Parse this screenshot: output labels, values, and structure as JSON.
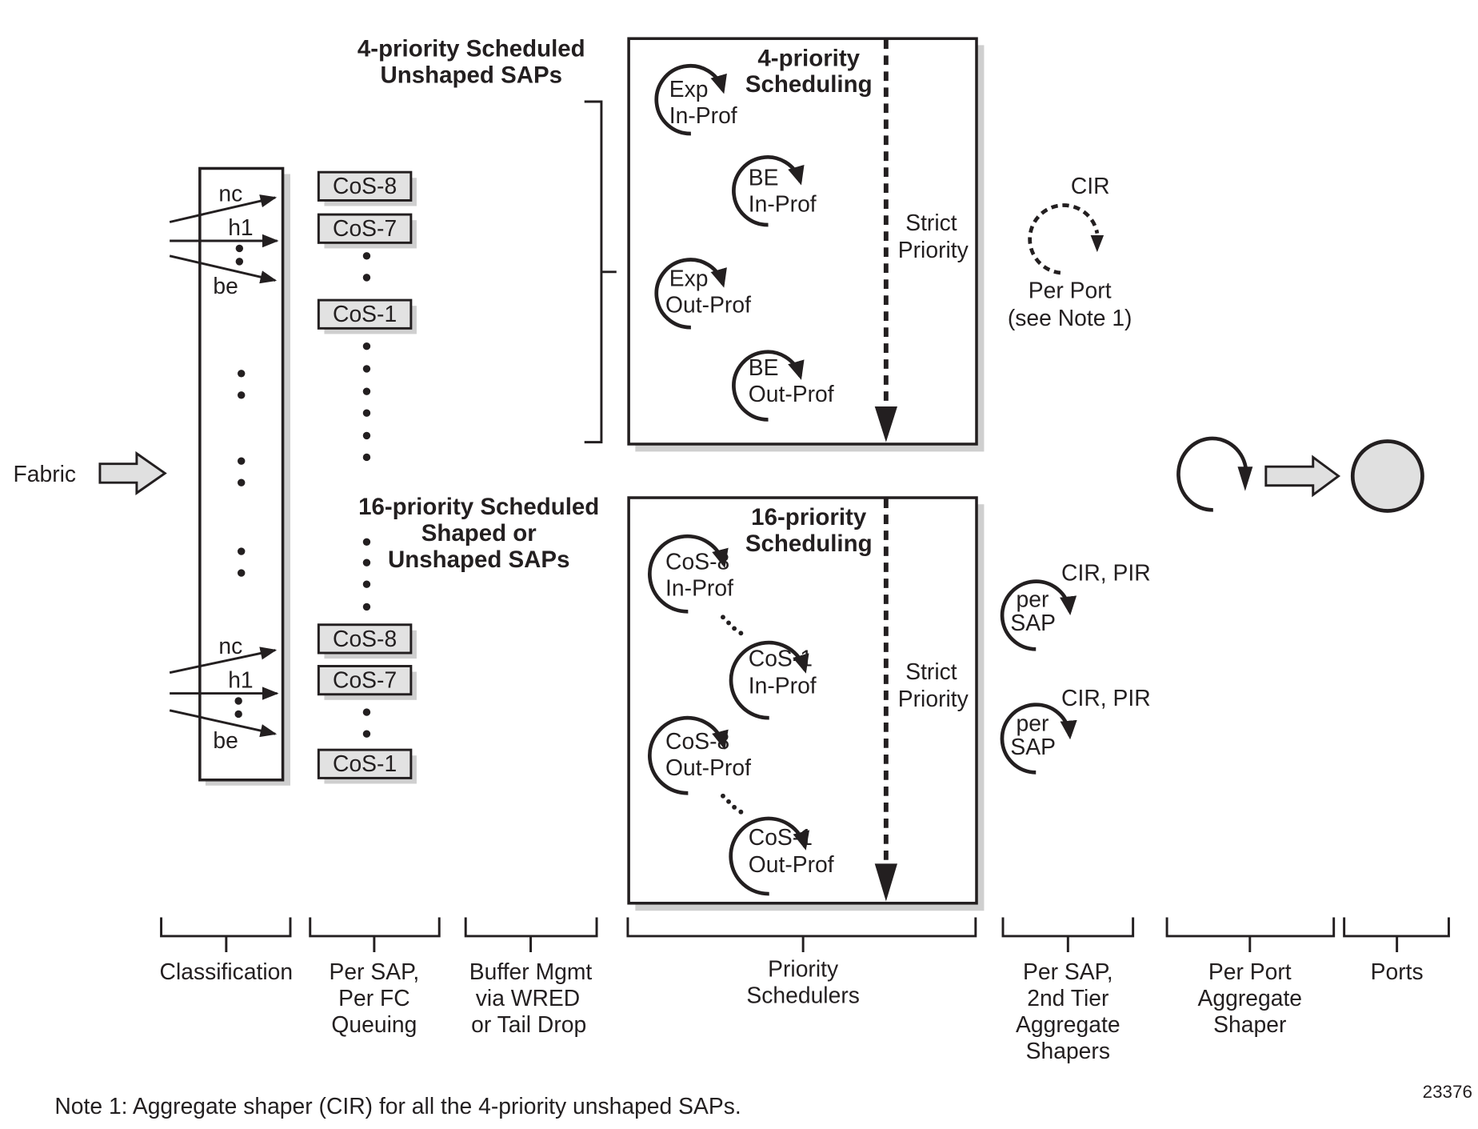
{
  "fabric": {
    "label": "Fabric"
  },
  "classification": {
    "upper": [
      "nc",
      "h1",
      "be"
    ],
    "lower": [
      "nc",
      "h1",
      "be"
    ]
  },
  "queues": {
    "upper": [
      "CoS-8",
      "CoS-7",
      "CoS-1"
    ],
    "lower": [
      "CoS-8",
      "CoS-7",
      "CoS-1"
    ]
  },
  "groups": {
    "four_priority": {
      "line1": "4-priority Scheduled",
      "line2": "Unshaped SAPs"
    },
    "sixteen_priority": {
      "line1": "16-priority Scheduled",
      "line2": "Shaped or",
      "line3": "Unshaped SAPs"
    }
  },
  "scheduler_4": {
    "title1": "4-priority",
    "title2": "Scheduling",
    "strict1": "Strict",
    "strict2": "Priority",
    "items": [
      {
        "l1": "Exp",
        "l2": "In-Prof"
      },
      {
        "l1": "BE",
        "l2": "In-Prof"
      },
      {
        "l1": "Exp",
        "l2": "Out-Prof"
      },
      {
        "l1": "BE",
        "l2": "Out-Prof"
      }
    ]
  },
  "scheduler_16": {
    "title1": "16-priority",
    "title2": "Scheduling",
    "strict1": "Strict",
    "strict2": "Priority",
    "items": [
      {
        "l1": "CoS-8",
        "l2": "In-Prof"
      },
      {
        "l1": "CoS-1",
        "l2": "In-Prof"
      },
      {
        "l1": "CoS-8",
        "l2": "Out-Prof"
      },
      {
        "l1": "CoS-1",
        "l2": "Out-Prof"
      }
    ]
  },
  "per_port_cir": {
    "rate": "CIR",
    "label1": "Per Port",
    "label2": "(see Note 1)"
  },
  "per_sap_shapers": [
    {
      "rate": "CIR, PIR",
      "l1": "per",
      "l2": "SAP"
    },
    {
      "rate": "CIR, PIR",
      "l1": "per",
      "l2": "SAP"
    }
  ],
  "stages": [
    {
      "lines": [
        "Classification"
      ]
    },
    {
      "lines": [
        "Per SAP,",
        "Per FC",
        "Queuing"
      ]
    },
    {
      "lines": [
        "Buffer Mgmt",
        "via WRED",
        "or Tail Drop"
      ]
    },
    {
      "lines": [
        "Priority",
        "Schedulers"
      ]
    },
    {
      "lines": [
        "Per SAP,",
        "2nd Tier",
        "Aggregate",
        "Shapers"
      ]
    },
    {
      "lines": [
        "Per Port",
        "Aggregate",
        "Shaper"
      ]
    },
    {
      "lines": [
        "Ports"
      ]
    }
  ],
  "note": "Note 1: Aggregate shaper (CIR) for all the 4-priority unshaped SAPs.",
  "figure_id": "23376"
}
